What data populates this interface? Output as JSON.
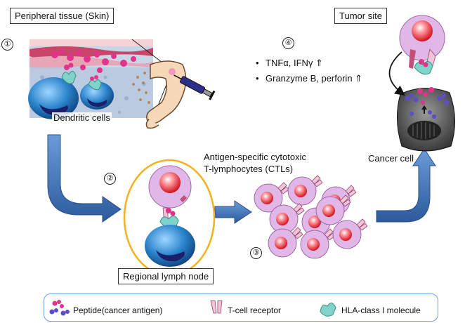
{
  "labels": {
    "peripheral_tissue": "Peripheral tissue (Skin)",
    "tumor_site": "Tumor site",
    "dendritic_cells": "Dendritic cells",
    "regional_lymph_node": "Regional lymph node",
    "ctl_line1": "Antigen-specific  cytotoxic",
    "ctl_line2": "T-lymphocytes (CTLs)",
    "cancer_cell": "Cancer cell",
    "bullet": "•",
    "effect1": "TNFα, IFNγ ⇑",
    "effect2": "Granzyme B, perforin ⇑"
  },
  "steps": [
    "①",
    "②",
    "③",
    "④"
  ],
  "legend": {
    "items": [
      {
        "label": "Peptide(cancer antigen)",
        "icon": "peptide-icon"
      },
      {
        "label": "T-cell receptor",
        "icon": "tcell-receptor-icon"
      },
      {
        "label": "HLA-class I molecule",
        "icon": "hla-molecule-icon"
      }
    ]
  },
  "colors": {
    "arrow": "#3e6fb4",
    "tcell_body": "#e0b7e6",
    "tcell_nucleus": "#e02a36",
    "dendritic_cell": "#2b7fc6",
    "cancer_cell": "#4a4a4a",
    "hla": "#7fd3c8",
    "peptide": "#e0348a",
    "lymph_node_outline": "#f2b21b"
  }
}
